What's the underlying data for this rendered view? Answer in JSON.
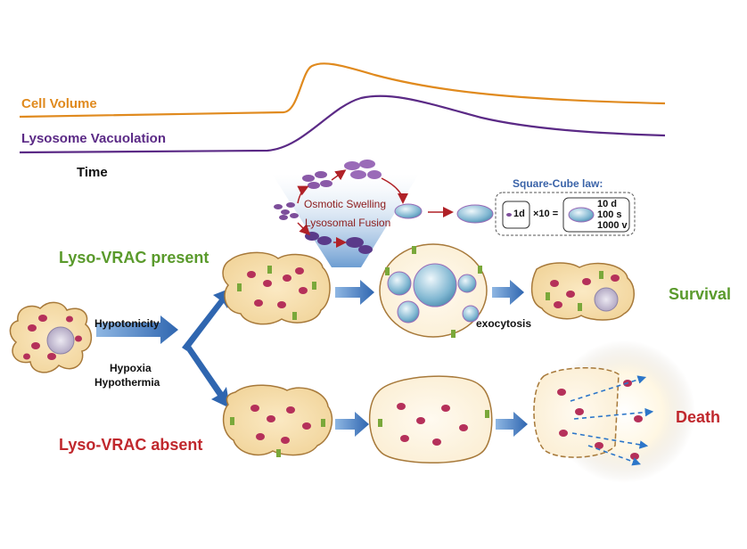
{
  "curves": {
    "cell_volume": {
      "label": "Cell Volume",
      "color": "#e08a1e"
    },
    "lysosome_vacuolation": {
      "label": "Lysosome Vacuolation",
      "color": "#5b2a86"
    },
    "time_label": "Time"
  },
  "conditions": {
    "hypotonicity": "Hypotonicity",
    "hypoxia": "Hypoxia",
    "hypothermia": "Hypothermia"
  },
  "pathways": {
    "present": {
      "label": "Lyso-VRAC present",
      "color": "#5a9a2c"
    },
    "absent": {
      "label": "Lyso-VRAC absent",
      "color": "#c0282d"
    }
  },
  "inset": {
    "osmotic_swelling": "Osmotic Swelling",
    "lysosomal_fusion": "Lysosomal Fusion"
  },
  "square_cube": {
    "title": "Square-Cube law:",
    "unit_label": "1d",
    "multiplier": "×10 =",
    "line1": "10 d",
    "line2": "100 s",
    "line3": "1000 v"
  },
  "exocytosis_label": "exocytosis",
  "outcomes": {
    "survival": {
      "label": "Survival",
      "color": "#5a9a2c"
    },
    "death": {
      "label": "Death",
      "color": "#c0282d"
    }
  }
}
